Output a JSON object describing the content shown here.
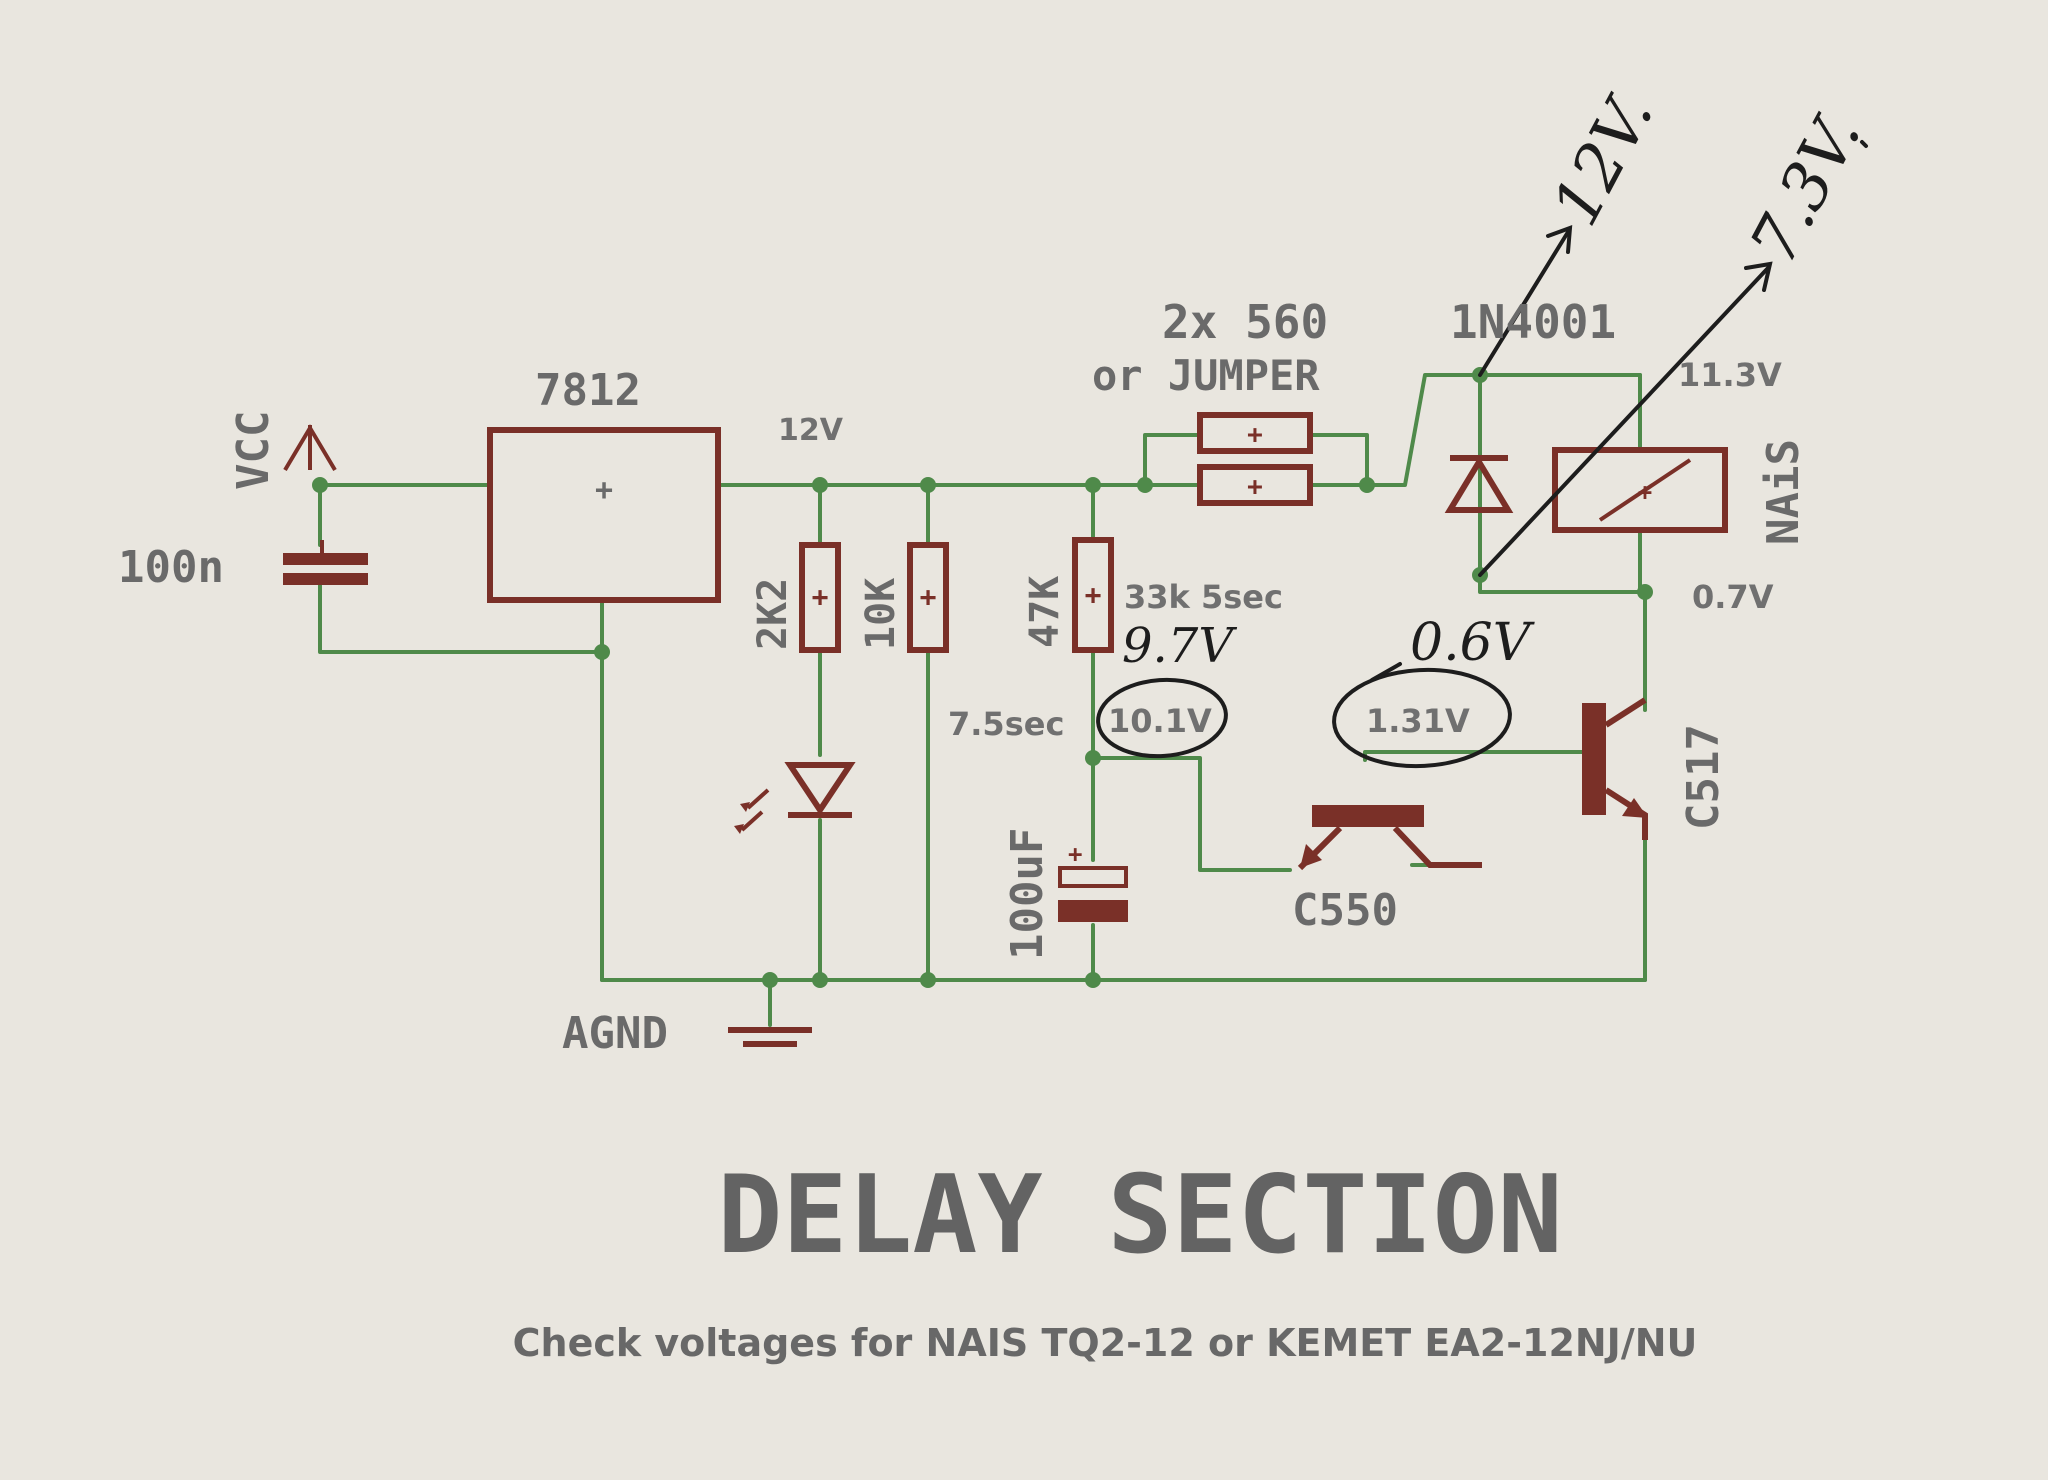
{
  "title": "DELAY SECTION",
  "subtitle": "Check voltages for NAIS TQ2-12 or KEMET EA2-12NJ/NU",
  "labels": {
    "vcc": "VCC",
    "cap_in": "100n",
    "regulator": "7812",
    "v12": "12V",
    "r_led": "2K2",
    "r_10k": "10K",
    "r_47k": "47K",
    "note_33k": "33k 5sec",
    "note_75": "7.5sec",
    "v_cap": "10.1V",
    "cap_timing": "100uF",
    "r_series": "2x 560",
    "or_jumper": "or JUMPER",
    "diode": "1N4001",
    "relay": "NAiS",
    "v_relay_top": "11.3V",
    "v_relay_bot": "0.7V",
    "v_base": "1.31V",
    "q1": "C550",
    "q2": "C517",
    "gnd": "AGND"
  },
  "handwritten": {
    "v_top": "12V.",
    "v_relay": "7.3V.",
    "v_cap_new": "9.7V",
    "v_base_new": "0.6V"
  },
  "colors": {
    "wire": "#4f8a4a",
    "part": "#7a3028",
    "label": "#6a6a6a",
    "ink": "#1d1d1d",
    "paper": "#e9e6df"
  }
}
